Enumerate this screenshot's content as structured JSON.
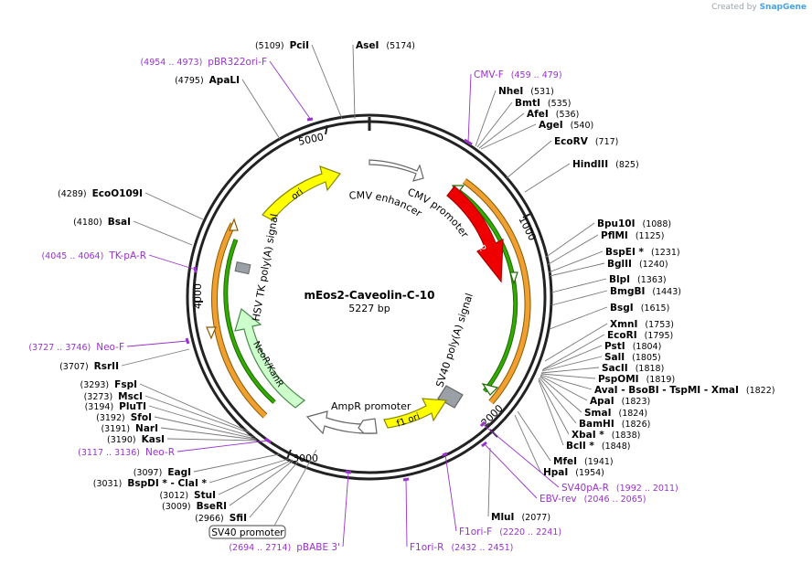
{
  "brand": {
    "prefix": "Created by",
    "name": "SnapGene"
  },
  "plasmid": {
    "name": "mEos2-Caveolin-C-10",
    "length_label": "5227 bp"
  },
  "ticks": [
    "1000",
    "2000",
    "3000",
    "4000",
    "5000"
  ],
  "features": [
    {
      "label": "mEos2",
      "color": "#ee0000"
    },
    {
      "label": "SV40 poly(A) signal",
      "color": "#9aa0a6"
    },
    {
      "label": "f1 ori",
      "color": "#ffff00"
    },
    {
      "label": "AmpR promoter",
      "color": "#ffffff"
    },
    {
      "label": "NeoR/KanR",
      "color": "#ccffcc"
    },
    {
      "label": "HSV TK poly(A) signal",
      "color": "#9aa0a6"
    },
    {
      "label": "ori",
      "color": "#ffff00"
    },
    {
      "label": "CMV enhancer",
      "color": "#ffffff"
    },
    {
      "label": "CMV promoter",
      "color": "#ffffff"
    }
  ],
  "enzymes": [
    {
      "name": "AseI",
      "pos": "(5174)"
    },
    {
      "name": "PciI",
      "pos": "(5109)"
    },
    {
      "name": "ApaLI",
      "pos": "(4795)"
    },
    {
      "name": "NheI",
      "pos": "(531)"
    },
    {
      "name": "BmtI",
      "pos": "(535)"
    },
    {
      "name": "AfeI",
      "pos": "(536)"
    },
    {
      "name": "AgeI",
      "pos": "(540)"
    },
    {
      "name": "EcoRV",
      "pos": "(717)"
    },
    {
      "name": "HindIII",
      "pos": "(825)"
    },
    {
      "name": "EcoO109I",
      "pos": "(4289)"
    },
    {
      "name": "BsaI",
      "pos": "(4180)"
    },
    {
      "name": "Bpu10I",
      "pos": "(1088)"
    },
    {
      "name": "PflMI",
      "pos": "(1125)"
    },
    {
      "name": "BspEI *",
      "pos": "(1231)"
    },
    {
      "name": "BglII",
      "pos": "(1240)"
    },
    {
      "name": "BlpI",
      "pos": "(1363)"
    },
    {
      "name": "BmgBI",
      "pos": "(1443)"
    },
    {
      "name": "BsgI",
      "pos": "(1615)"
    },
    {
      "name": "XmnI",
      "pos": "(1753)"
    },
    {
      "name": "EcoRI",
      "pos": "(1795)"
    },
    {
      "name": "PstI",
      "pos": "(1804)"
    },
    {
      "name": "SalI",
      "pos": "(1805)"
    },
    {
      "name": "SacII",
      "pos": "(1818)"
    },
    {
      "name": "PspOMI",
      "pos": "(1819)"
    },
    {
      "name": "AvaI   - BsoBI   - TspMI   - XmaI",
      "pos": "(1822)"
    },
    {
      "name": "ApaI",
      "pos": "(1823)"
    },
    {
      "name": "SmaI",
      "pos": "(1824)"
    },
    {
      "name": "BamHI",
      "pos": "(1826)"
    },
    {
      "name": "XbaI *",
      "pos": "(1838)"
    },
    {
      "name": "BclI *",
      "pos": "(1848)"
    },
    {
      "name": "MfeI",
      "pos": "(1941)"
    },
    {
      "name": "HpaI",
      "pos": "(1954)"
    },
    {
      "name": "MluI",
      "pos": "(2077)"
    },
    {
      "name": "RsrII",
      "pos": "(3707)"
    },
    {
      "name": "FspI",
      "pos": "(3293)"
    },
    {
      "name": "MscI",
      "pos": "(3273)"
    },
    {
      "name": "PluTI",
      "pos": "(3194)"
    },
    {
      "name": "SfoI",
      "pos": "(3192)"
    },
    {
      "name": "NarI",
      "pos": "(3191)"
    },
    {
      "name": "KasI",
      "pos": "(3190)"
    },
    {
      "name": "EagI",
      "pos": "(3097)"
    },
    {
      "name": "BspDI *  - ClaI *",
      "pos": "(3031)"
    },
    {
      "name": "StuI",
      "pos": "(3012)"
    },
    {
      "name": "BseRI",
      "pos": "(3009)"
    },
    {
      "name": "SfiI",
      "pos": "(2966)"
    }
  ],
  "primers": [
    {
      "name": "pBR322ori-F",
      "pos": "(4954 .. 4973)"
    },
    {
      "name": "CMV-F",
      "pos": "(459 .. 479)"
    },
    {
      "name": "TK-pA-R",
      "pos": "(4045 .. 4064)"
    },
    {
      "name": "Neo-F",
      "pos": "(3727 .. 3746)"
    },
    {
      "name": "Neo-R",
      "pos": "(3117 .. 3136)"
    },
    {
      "name": "SV40pA-R",
      "pos": "(1992 .. 2011)"
    },
    {
      "name": "EBV-rev",
      "pos": "(2046 .. 2065)"
    },
    {
      "name": "F1ori-F",
      "pos": "(2220 .. 2241)"
    },
    {
      "name": "F1ori-R",
      "pos": "(2432 .. 2451)"
    },
    {
      "name": "pBABE 3'",
      "pos": "(2694 .. 2714)"
    }
  ],
  "boxed_label": "SV40 promoter",
  "colors": {
    "primer": "#9933cc",
    "orange": "#f0a030",
    "green": "#33aa00",
    "ring": "#222222"
  }
}
